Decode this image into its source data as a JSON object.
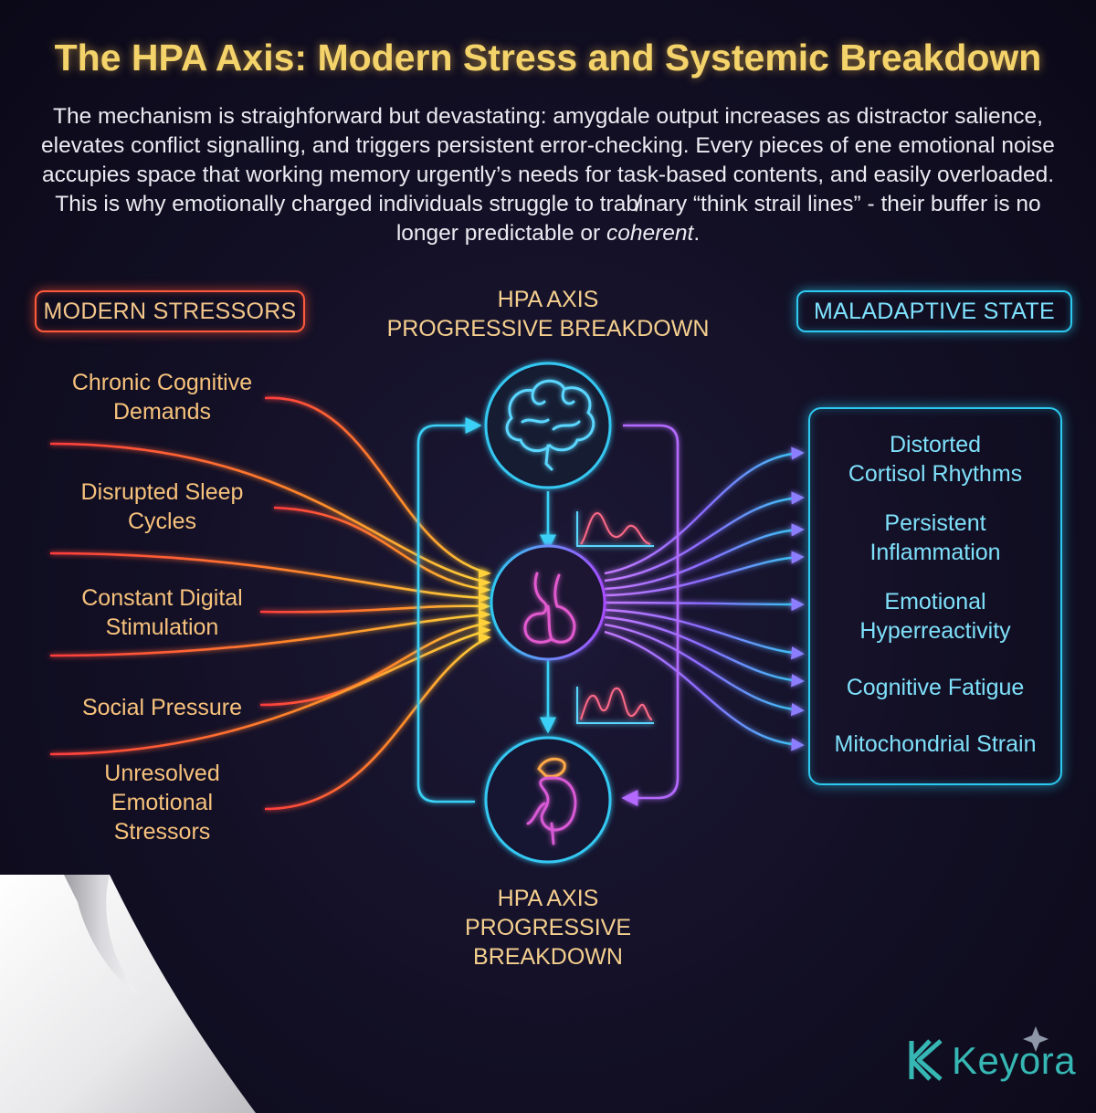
{
  "title": "The HPA Axis: Modern Stress and Systemic Breakdown",
  "intro": {
    "text": "The mechanism is straighforward but devastating: amygdale output increases as distractor salience, elevates conflict signalling, and triggers persistent error-checking. Every pieces of ene emotional noise accupies space that working memory urgently’s needs for task-based contents, and easily overloaded. This is why emotionally charged individuals struggle to trab̸inary “think strail lines” - their buffer is no longer predictable or",
    "italic_end": "coherent",
    "trailing": "."
  },
  "left_panel": {
    "heading": "MODERN STRESSORS",
    "items": [
      {
        "label": "Chronic Cognitive\nDemands"
      },
      {
        "label": "Disrupted Sleep\nCycles"
      },
      {
        "label": "Constant Digital\nStimulation"
      },
      {
        "label": "Social Pressure"
      },
      {
        "label": "Unresolved\nEmotional\nStressors"
      }
    ]
  },
  "center": {
    "heading_top": "HPA AXIS\nPROGRESSIVE BREAKDOWN",
    "heading_bottom": "HPA AXIS\nPROGRESSIVE\nBREAKDOWN",
    "nodes": [
      {
        "icon": "brain-icon"
      },
      {
        "icon": "pituitary-gland-icon"
      },
      {
        "icon": "adrenal-kidney-icon"
      }
    ],
    "charts": [
      {
        "icon": "single-peak-curve-icon"
      },
      {
        "icon": "multi-peak-curve-icon"
      }
    ]
  },
  "right_panel": {
    "heading": "MALADAPTIVE STATE",
    "items": [
      {
        "label": "Distorted\nCortisol Rhythms"
      },
      {
        "label": "Persistent\nInflammation"
      },
      {
        "label": "Emotional\nHyperreactivity"
      },
      {
        "label": "Cognitive Fatigue"
      },
      {
        "label": "Mitochondrial Strain"
      }
    ]
  },
  "brand": {
    "name": "Keyora",
    "icon": "keyora-logo-icon"
  },
  "colors": {
    "title": "#f4d36a",
    "stressor_text": "#f7c27c",
    "state_text": "#7fe0fa",
    "stress_accent": "#ff5a3c",
    "state_accent": "#2ec9f0",
    "axis_accent": "#b05cff"
  }
}
